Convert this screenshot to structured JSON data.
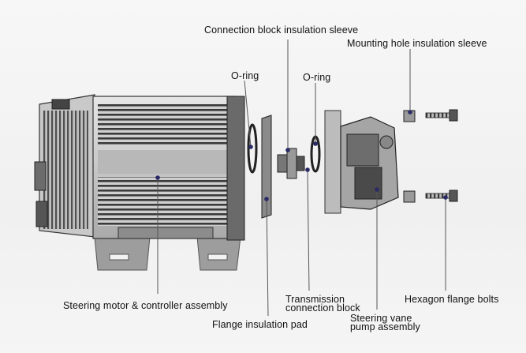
{
  "labels": {
    "connection_block_insulation_sleeve": "Connection block insulation sleeve",
    "mounting_hole_insulation_sleeve": "Mounting hole insulation sleeve",
    "o_ring_left": "O-ring",
    "o_ring_right": "O-ring",
    "steering_motor_controller_assembly": "Steering motor & controller assembly",
    "flange_insulation_pad": "Flange insulation pad",
    "transmission_connection_block_line1": "Transmission",
    "transmission_connection_block_line2": "connection block",
    "steering_vane_pump_assembly_line1": "Steering vane",
    "steering_vane_pump_assembly_line2": "pump assembly",
    "hexagon_flange_bolts": "Hexagon flange bolts"
  },
  "colors": {
    "leader_line": "#555555",
    "marker_dot": "#2a2a66",
    "metal_dark": "#2b2b2b",
    "metal_mid": "#7a7a7a",
    "metal_light": "#cfcfcf"
  }
}
